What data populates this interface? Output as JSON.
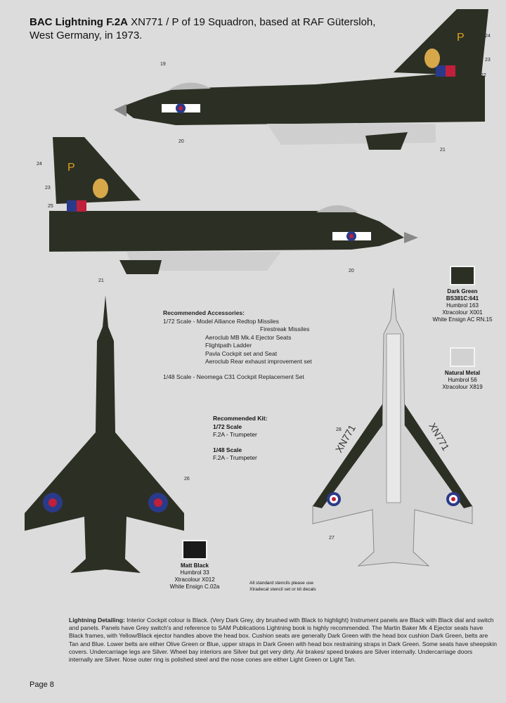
{
  "title": {
    "bold": "BAC Lightning F.2A",
    "rest": " XN771 / P of 19 Squadron, based at RAF Gütersloh,",
    "line2": "West Germany, in 1973."
  },
  "callouts": {
    "side1": [
      "19",
      "20",
      "21",
      "22",
      "23",
      "24"
    ],
    "side2": [
      "24",
      "23",
      "25",
      "21",
      "20"
    ],
    "top": [
      "26"
    ],
    "under": [
      "28",
      "27"
    ]
  },
  "tail_letter": "P",
  "serial_under": "XN771",
  "accessories": {
    "heading": "Recommended Accessories:",
    "lines": [
      "1/72 Scale -  Model Alliance Redtop Missiles",
      "Firestreak Missiles",
      "Aeroclub MB Mk.4 Ejector Seats",
      "Flightpath Ladder",
      "Pavla Cockpit set and Seat",
      "Aeroclub Rear exhaust improvement set"
    ],
    "scale48": "1/48 Scale - Neomega C31 Cockpit Replacement Set"
  },
  "kit": {
    "heading": "Recommended Kit:",
    "s72": "1/72 Scale",
    "k72": "F.2A - Trumpeter",
    "s48": "1/48 Scale",
    "k48": "F.2A - Trumpeter"
  },
  "paints": {
    "dark_green": {
      "name": "Dark Green",
      "l1": "BS381C:641",
      "l2": "Humbrol 163",
      "l3": "Xtracolour X001",
      "l4": "White Ensign AC RN.15",
      "color": "#2c3024"
    },
    "natural_metal": {
      "name": "Natural Metal",
      "l1": "Humbrol 56",
      "l2": "Xtracolour X819",
      "color": "#d2d2d2"
    },
    "matt_black": {
      "name": "Matt Black",
      "l1": "Humbrol 33",
      "l2": "Xtracolour X012",
      "l3": "White Ensign C.02a",
      "color": "#1a1a1a"
    }
  },
  "stencil_note": {
    "l1": "All standard stencils please use",
    "l2": "Xtradecal stencil set or kit decals"
  },
  "detailing": {
    "heading": "Lightning Detailing:",
    "text": " Interior Cockpit colour is Black. (Very Dark Grey, dry brushed with Black to highlight) Instrument panels are Black with Black dial and switch and panels. Panels have Grey switch's and reference to SAM Publications Lightning book is highly recommended. The Martin Baker Mk 4 Ejector seats have Black frames, with Yellow/Black ejector handles above the head box. Cushion seats are generally Dark Green with the head box cushion Dark Green, belts are Tan and Blue. Lower belts are either Olive Green or Blue, upper straps in Dark Green with head box restraining straps in Dark Green. Some seats have sheepskin covers. Undercarriage legs are Silver. Wheel bay interiors are Silver but get very dirty. Air brakes/ speed brakes are Silver internally. Undercarriage doors internally are Silver. Nose outer ring is polished steel and the nose cones are either Light Green or Light Tan."
  },
  "page_label": "Page 8"
}
